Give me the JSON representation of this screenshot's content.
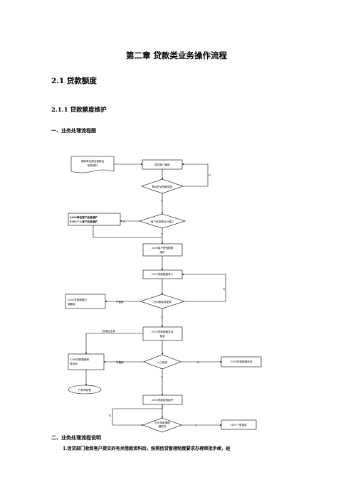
{
  "headings": {
    "chapter": "第二章  贷款类业务操作流程",
    "section": "2.1 贷款额度",
    "subsection": "2.1.1 贷款额度维护",
    "part1": "一、业务处理流程图",
    "part2": "二、业务处理流程说明",
    "para1": "1.信贷部门收到客户提交的有关借款资料后，按照信贷管理制度要求办理审批手续，经"
  },
  "flow": {
    "doc_line1": "借款单位提出借款及",
    "doc_line2": "相关资料",
    "approve": "信贷部门审批",
    "d_auth": "是否符合授权规定",
    "maint_line1": "8102单位客户信息维护",
    "maint_line2": "8101个人客户信息维护",
    "d_info": "客户信息是否已建立",
    "r3300_l1": "3300客户授信额度",
    "r3300_l2": "维护",
    "r3301": "3301贷款额度录入",
    "r3302_l1": "3302贷款额度交",
    "r3302_l2": "易删除",
    "d_check": "打印核准表复核",
    "r3303_l1": "3303贷款额度变动",
    "r3303_l2": "核准",
    "r3306_l1": "3306贷款额度修",
    "r3306_l2": "改查询",
    "d_manual": "人工核准",
    "r3304": "3304贷款额度查询",
    "print_approve": "打印审批表",
    "r3305": "3305贷款报表维护",
    "d_notice_l1": "打印贷款借据",
    "d_notice_l2": "通知书",
    "end": "3101一般放款",
    "lbl_y": "Y",
    "lbl_n": "N",
    "lbl_fail": "不复核",
    "lbl_after": "核准后生效"
  }
}
